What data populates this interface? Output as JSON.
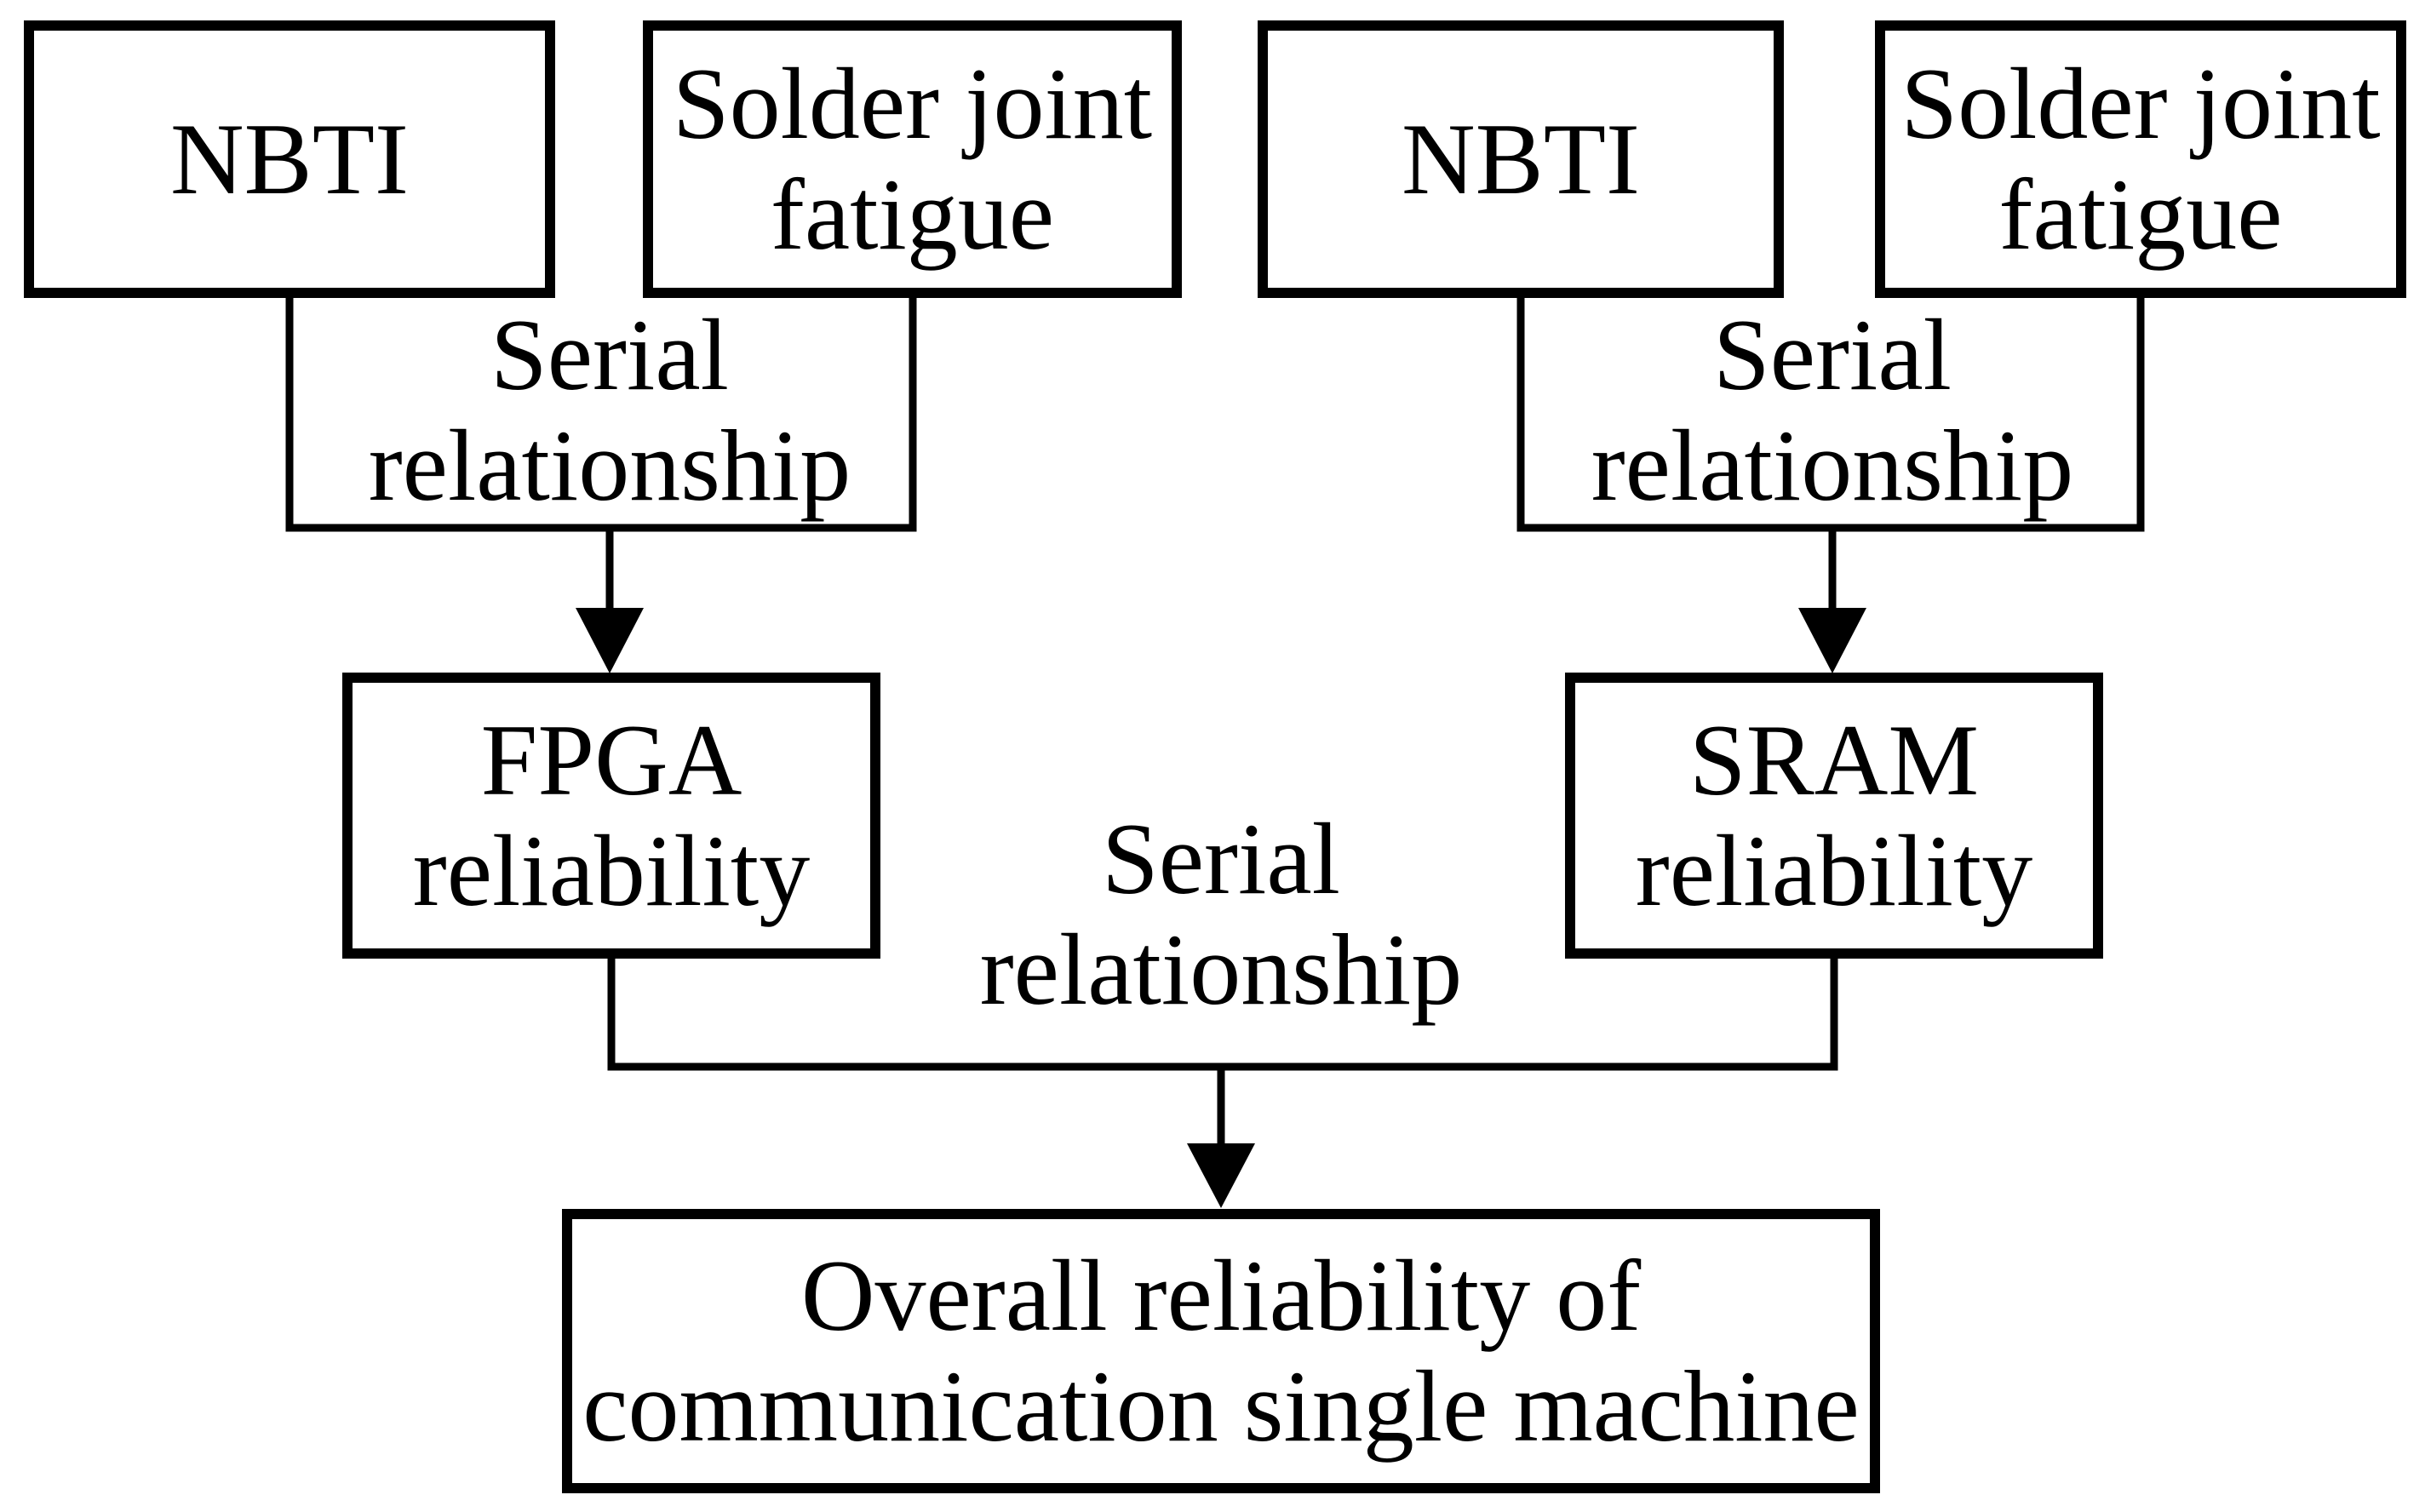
{
  "diagram": {
    "colors": {
      "background": "#ffffff",
      "line": "#000000",
      "text": "#000000"
    },
    "nodes": {
      "nbti_left": {
        "lines": [
          "NBTI"
        ]
      },
      "solder_left": {
        "lines": [
          "Solder joint",
          "fatigue"
        ]
      },
      "nbti_right": {
        "lines": [
          "NBTI"
        ]
      },
      "solder_right": {
        "lines": [
          "Solder joint",
          "fatigue"
        ]
      },
      "fpga": {
        "lines": [
          "FPGA",
          "reliability"
        ]
      },
      "sram": {
        "lines": [
          "SRAM",
          "reliability"
        ]
      },
      "overall": {
        "lines": [
          "Overall reliability of",
          "communication single machine"
        ]
      }
    },
    "edge_labels": {
      "serial_left": {
        "lines": [
          "Serial",
          "relationship"
        ]
      },
      "serial_center": {
        "lines": [
          "Serial",
          "relationship"
        ]
      },
      "serial_right": {
        "lines": [
          "Serial",
          "relationship"
        ]
      }
    }
  }
}
